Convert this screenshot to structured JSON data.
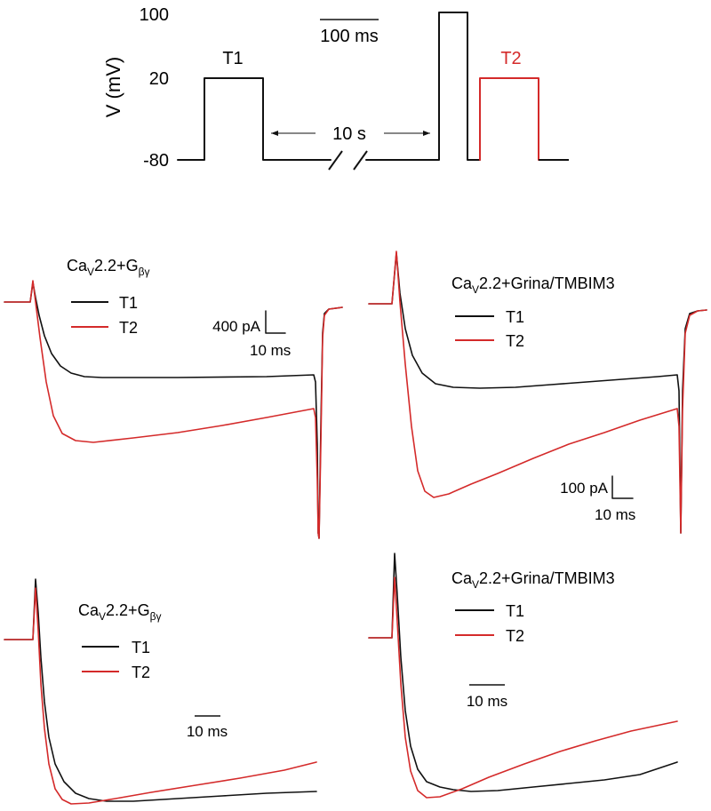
{
  "colors": {
    "t1": "#111111",
    "t2": "#d42a2a",
    "axis": "#111111"
  },
  "protocol": {
    "ylabel": "V (mV)",
    "yticks": [
      "100",
      "20",
      "-80"
    ],
    "t1_label": "T1",
    "t2_label": "T2",
    "interval_label": "10 s",
    "scale_time": "100 ms"
  },
  "panels": [
    {
      "title_base": "Ca",
      "title_sub": "V",
      "title_rest": "2.2+G",
      "title_sub2": "βγ",
      "legend_t1": "T1",
      "legend_t2": "T2",
      "scale_current": "400 pA",
      "scale_time": "10 ms"
    },
    {
      "title_base": "Ca",
      "title_sub": "V",
      "title_rest": "2.2+Grina/TMBIM3",
      "legend_t1": "T1",
      "legend_t2": "T2",
      "scale_current": "100 pA",
      "scale_time": "10 ms"
    },
    {
      "title_base": "Ca",
      "title_sub": "V",
      "title_rest": "2.2+G",
      "title_sub2": "βγ",
      "legend_t1": "T1",
      "legend_t2": "T2",
      "scale_time": "10 ms"
    },
    {
      "title_base": "Ca",
      "title_sub": "V",
      "title_rest": "2.2+Grina/TMBIM3",
      "legend_t1": "T1",
      "legend_t2": "T2",
      "scale_time": "10 ms"
    }
  ]
}
